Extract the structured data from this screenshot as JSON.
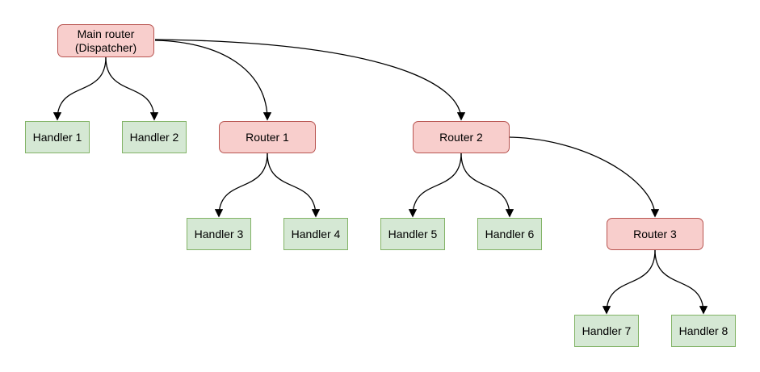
{
  "diagram": {
    "type": "tree",
    "nodes": {
      "main_router": {
        "label": "Main router (Dispatcher)",
        "type": "router"
      },
      "router_1": {
        "label": "Router 1",
        "type": "router"
      },
      "router_2": {
        "label": "Router 2",
        "type": "router"
      },
      "router_3": {
        "label": "Router 3",
        "type": "router"
      },
      "handler_1": {
        "label": "Handler 1",
        "type": "handler"
      },
      "handler_2": {
        "label": "Handler 2",
        "type": "handler"
      },
      "handler_3": {
        "label": "Handler 3",
        "type": "handler"
      },
      "handler_4": {
        "label": "Handler 4",
        "type": "handler"
      },
      "handler_5": {
        "label": "Handler 5",
        "type": "handler"
      },
      "handler_6": {
        "label": "Handler 6",
        "type": "handler"
      },
      "handler_7": {
        "label": "Handler 7",
        "type": "handler"
      },
      "handler_8": {
        "label": "Handler 8",
        "type": "handler"
      }
    },
    "edges": [
      {
        "from": "Main router (Dispatcher)",
        "to": "Handler 1"
      },
      {
        "from": "Main router (Dispatcher)",
        "to": "Handler 2"
      },
      {
        "from": "Main router (Dispatcher)",
        "to": "Router 1"
      },
      {
        "from": "Main router (Dispatcher)",
        "to": "Router 2"
      },
      {
        "from": "Router 1",
        "to": "Handler 3"
      },
      {
        "from": "Router 1",
        "to": "Handler 4"
      },
      {
        "from": "Router 2",
        "to": "Handler 5"
      },
      {
        "from": "Router 2",
        "to": "Handler 6"
      },
      {
        "from": "Router 2",
        "to": "Router 3"
      },
      {
        "from": "Router 3",
        "to": "Handler 7"
      },
      {
        "from": "Router 3",
        "to": "Handler 8"
      }
    ],
    "colors": {
      "router_fill": "#f8cecc",
      "router_border": "#b85450",
      "handler_fill": "#d5e8d4",
      "handler_border": "#82b366",
      "edge": "#000000",
      "background": "#ffffff"
    }
  }
}
